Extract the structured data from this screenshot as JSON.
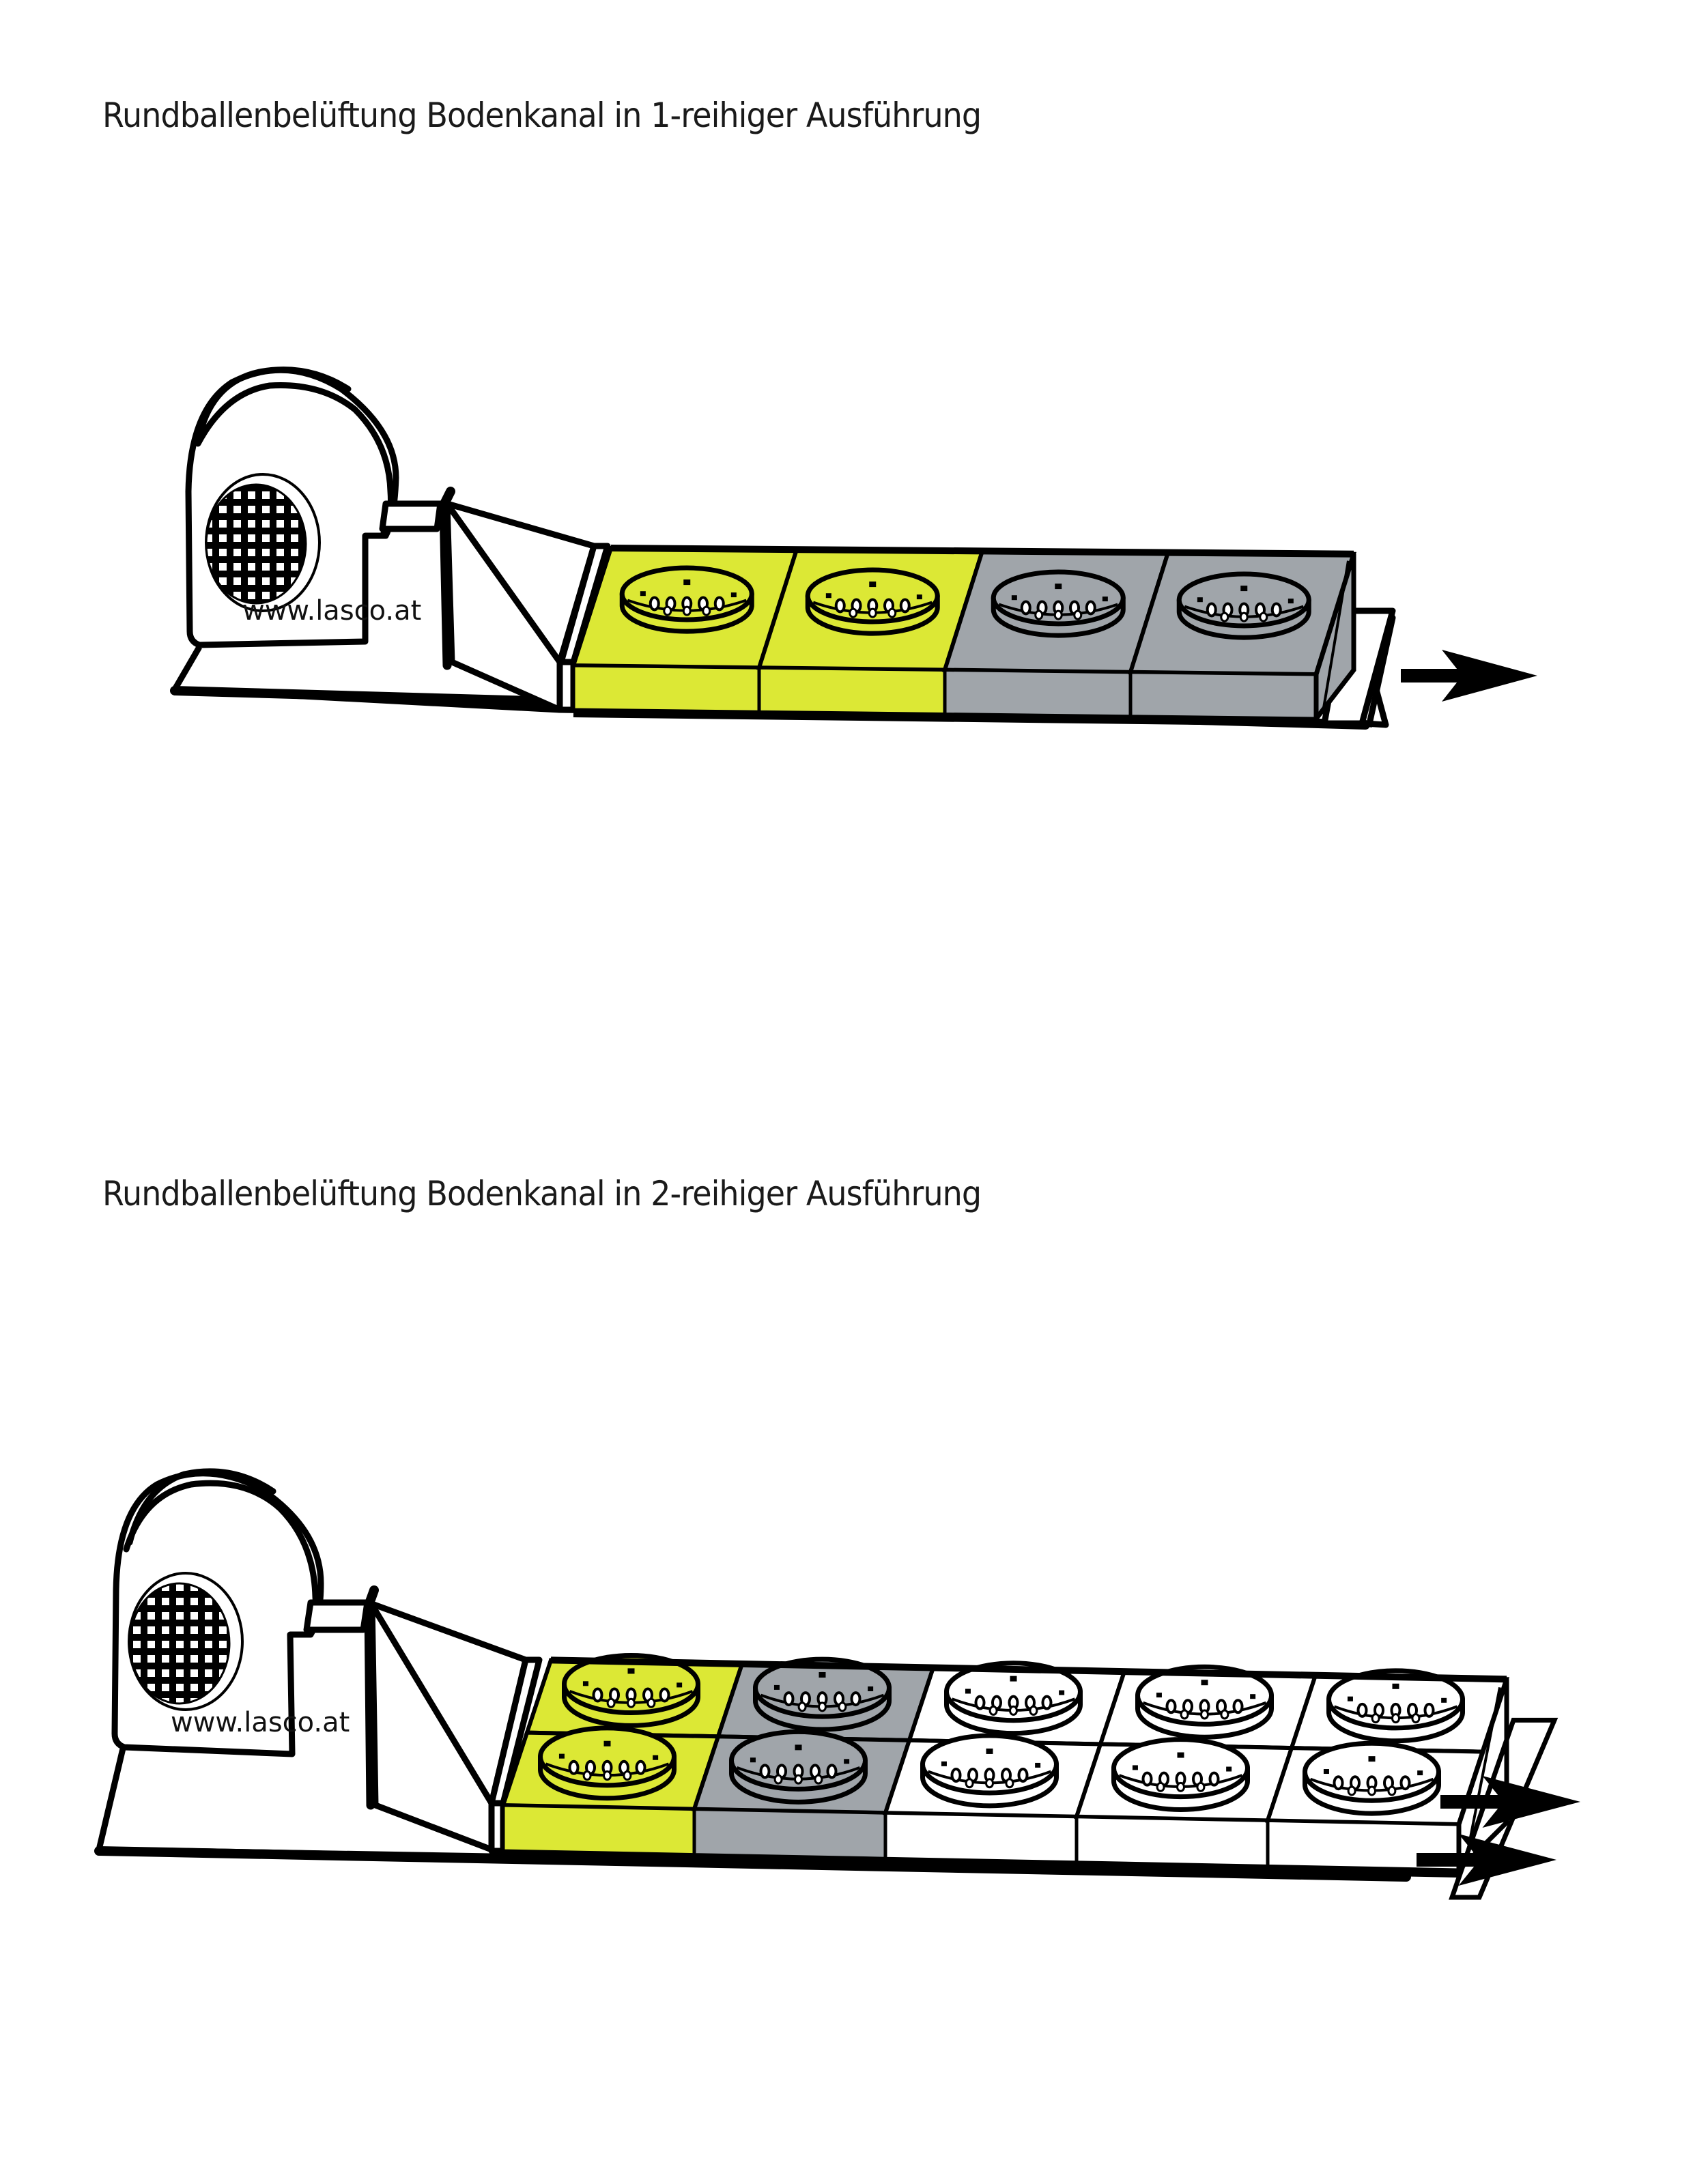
{
  "titles": {
    "one_row": "Rundballenbelüftung Bodenkanal in 1-reihiger Ausführung",
    "two_row": "Rundballenbelüftung Bodenkanal in 2-reihiger Ausführung"
  },
  "fan_label": "www.lasco.at",
  "colors": {
    "active": "#dce835",
    "inactive": "#a0a5aa",
    "empty": "#ffffff",
    "line": "#000000"
  },
  "diagram1": {
    "rows": 1,
    "segments": [
      {
        "state": "active"
      },
      {
        "state": "active"
      },
      {
        "state": "inactive"
      },
      {
        "state": "inactive"
      }
    ],
    "airflow_arrows": 1
  },
  "diagram2": {
    "rows": 2,
    "columns": [
      {
        "state": "active"
      },
      {
        "state": "inactive"
      },
      {
        "state": "empty"
      },
      {
        "state": "empty"
      },
      {
        "state": "empty"
      }
    ],
    "airflow_arrows": 2
  }
}
